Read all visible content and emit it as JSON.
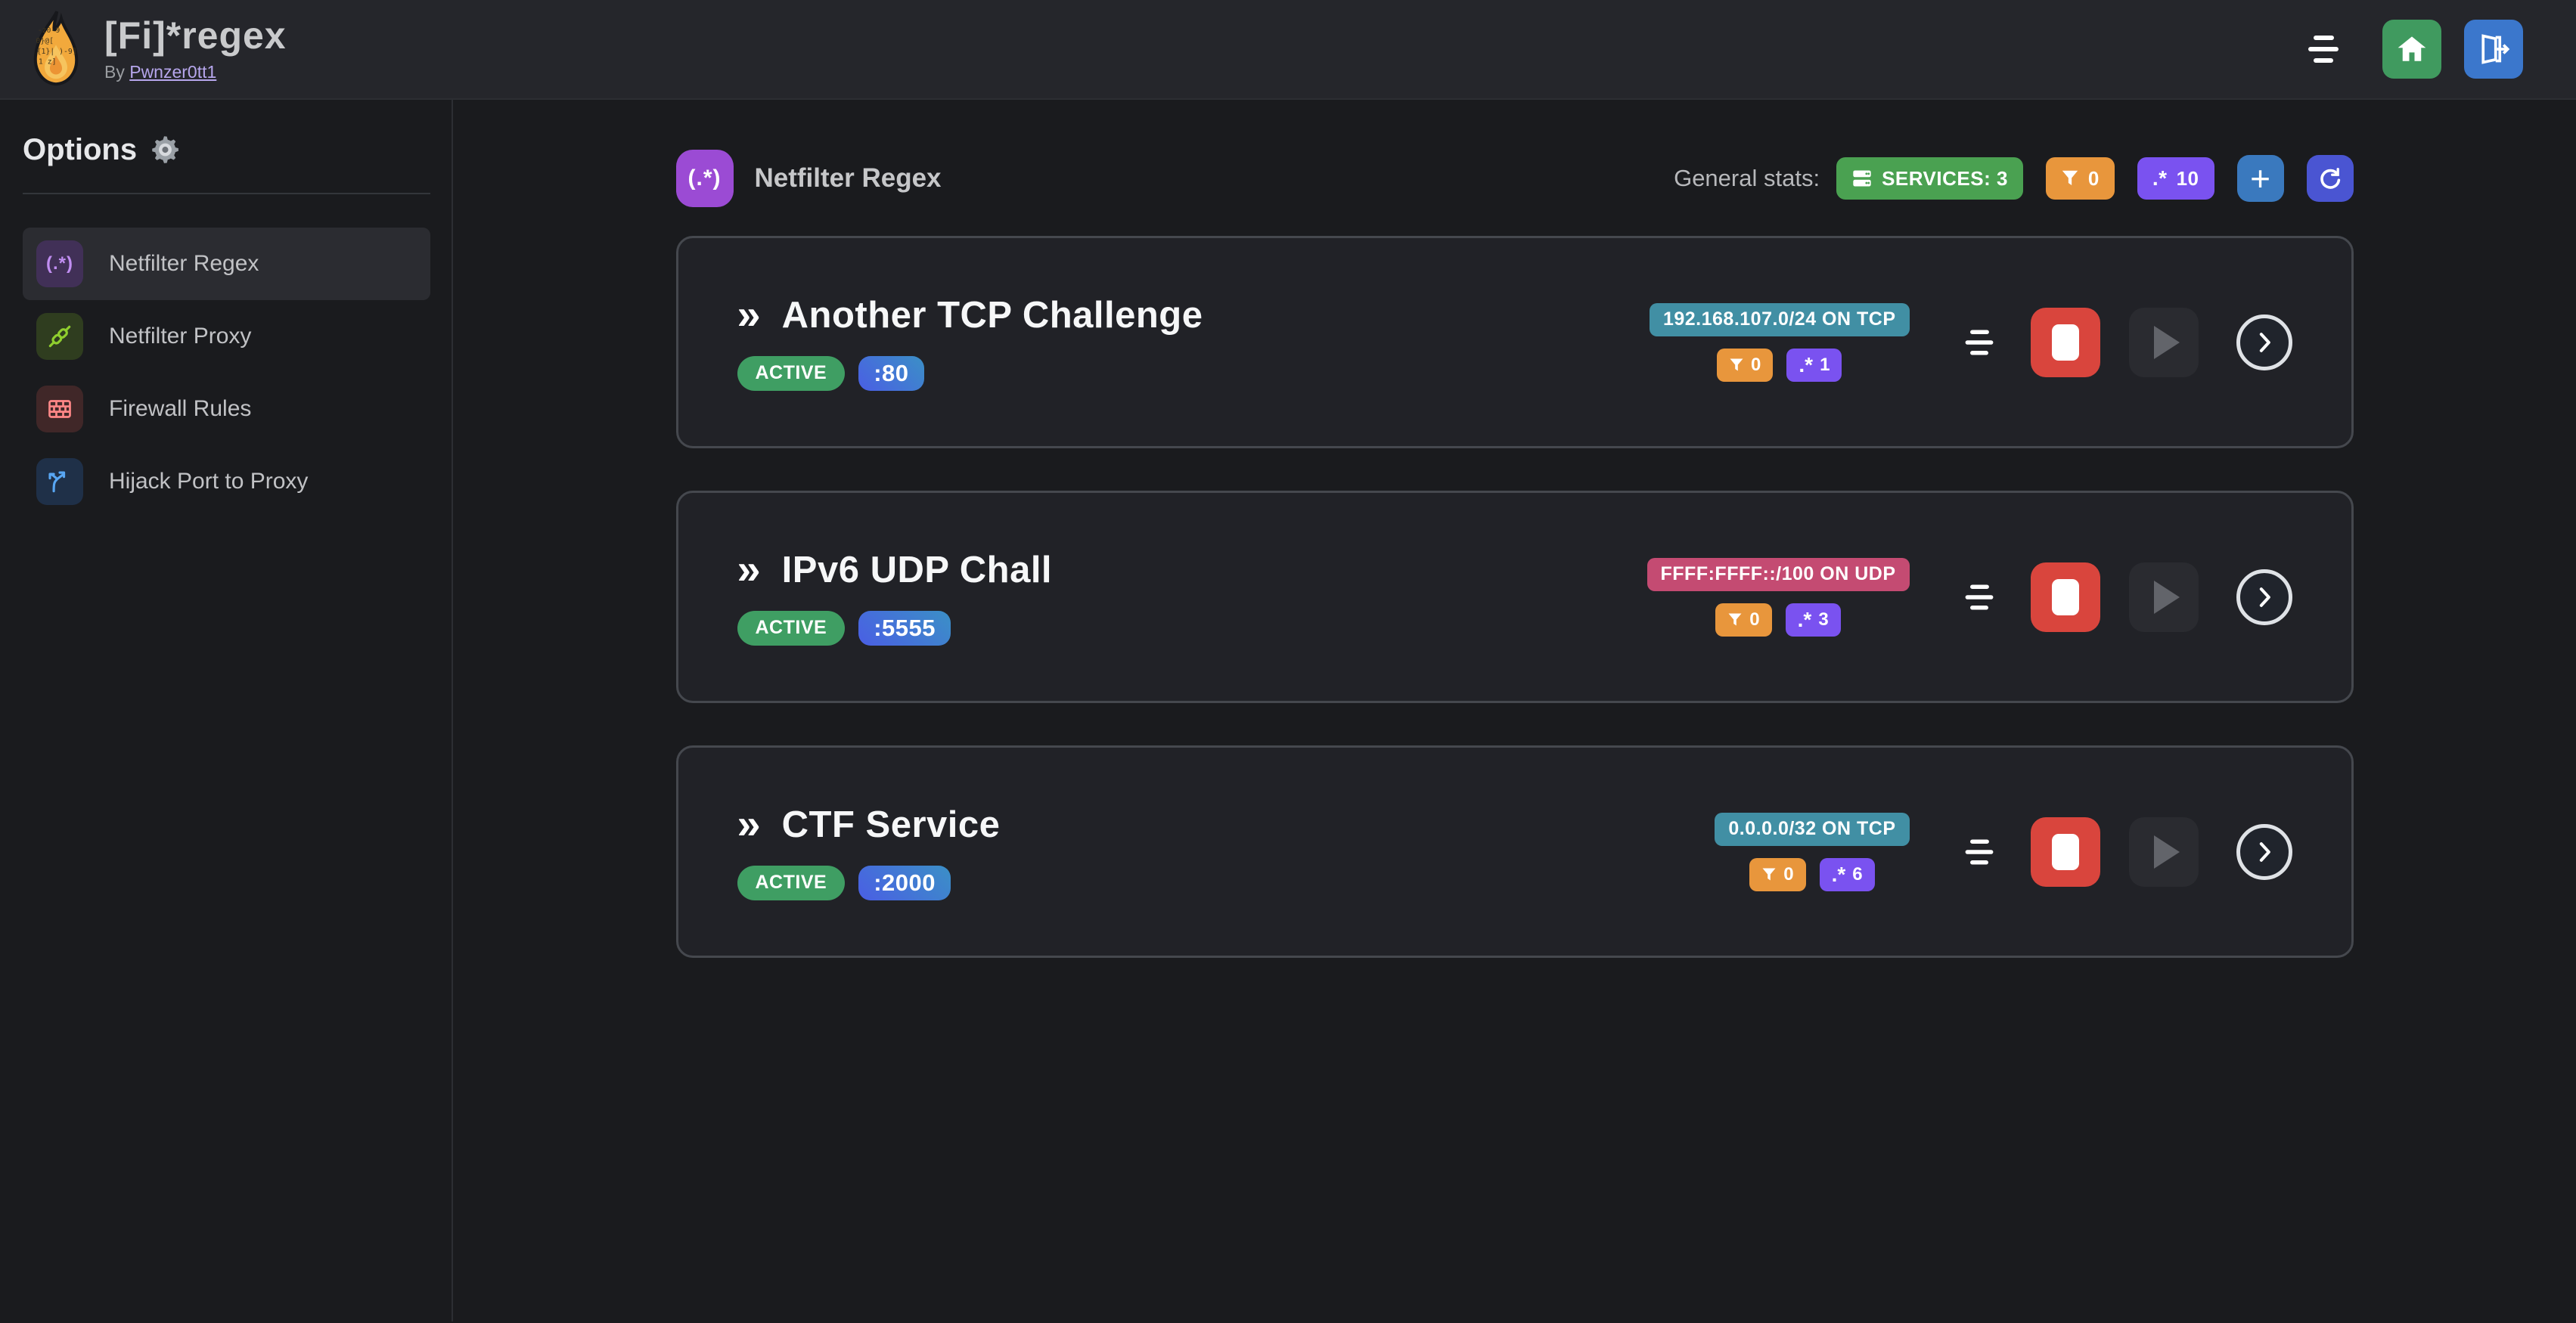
{
  "app": {
    "title": "[Fi]*regex",
    "byline_prefix": "By",
    "byline_link": "Pwnzer0tt1"
  },
  "sidebar": {
    "heading": "Options",
    "items": [
      {
        "label": "Netfilter Regex",
        "icon": "regex-icon",
        "glyph": "(.*)",
        "active": true
      },
      {
        "label": "Netfilter Proxy",
        "icon": "plug-icon",
        "active": false
      },
      {
        "label": "Firewall Rules",
        "icon": "firewall-bricks-icon",
        "active": false
      },
      {
        "label": "Hijack Port to Proxy",
        "icon": "split-arrows-icon",
        "active": false
      }
    ]
  },
  "main": {
    "section_title": "Netfilter Regex",
    "section_icon_glyph": "(.*)",
    "stats": {
      "label": "General stats:",
      "services_badge": "SERVICES: 3",
      "filters_count": "0",
      "regexes_count": "10"
    }
  },
  "glyphs": {
    "service_chevron": "»",
    "regex_dot_star": ".*",
    "plus": "+"
  },
  "services": [
    {
      "title": "Another TCP Challenge",
      "status": "ACTIVE",
      "port": ":80",
      "address": "192.168.107.0/24 ON TCP",
      "address_color": "#418fa4",
      "filters_count": "0",
      "regexes_count": "1"
    },
    {
      "title": "IPv6 UDP Chall",
      "status": "ACTIVE",
      "port": ":5555",
      "address": "FFFF:FFFF::/100 ON UDP",
      "address_color": "#c44b72",
      "filters_count": "0",
      "regexes_count": "3"
    },
    {
      "title": "CTF Service",
      "status": "ACTIVE",
      "port": ":2000",
      "address": "0.0.0.0/32 ON TCP",
      "address_color": "#418fa4",
      "filters_count": "0",
      "regexes_count": "6"
    }
  ],
  "colors": {
    "accent_green": "#4aa151",
    "accent_orange": "#e8963c",
    "accent_violet": "#7a52f0",
    "accent_blue": "#3a79be",
    "accent_indigo": "#4a55d2",
    "danger_red": "#d9453d"
  }
}
